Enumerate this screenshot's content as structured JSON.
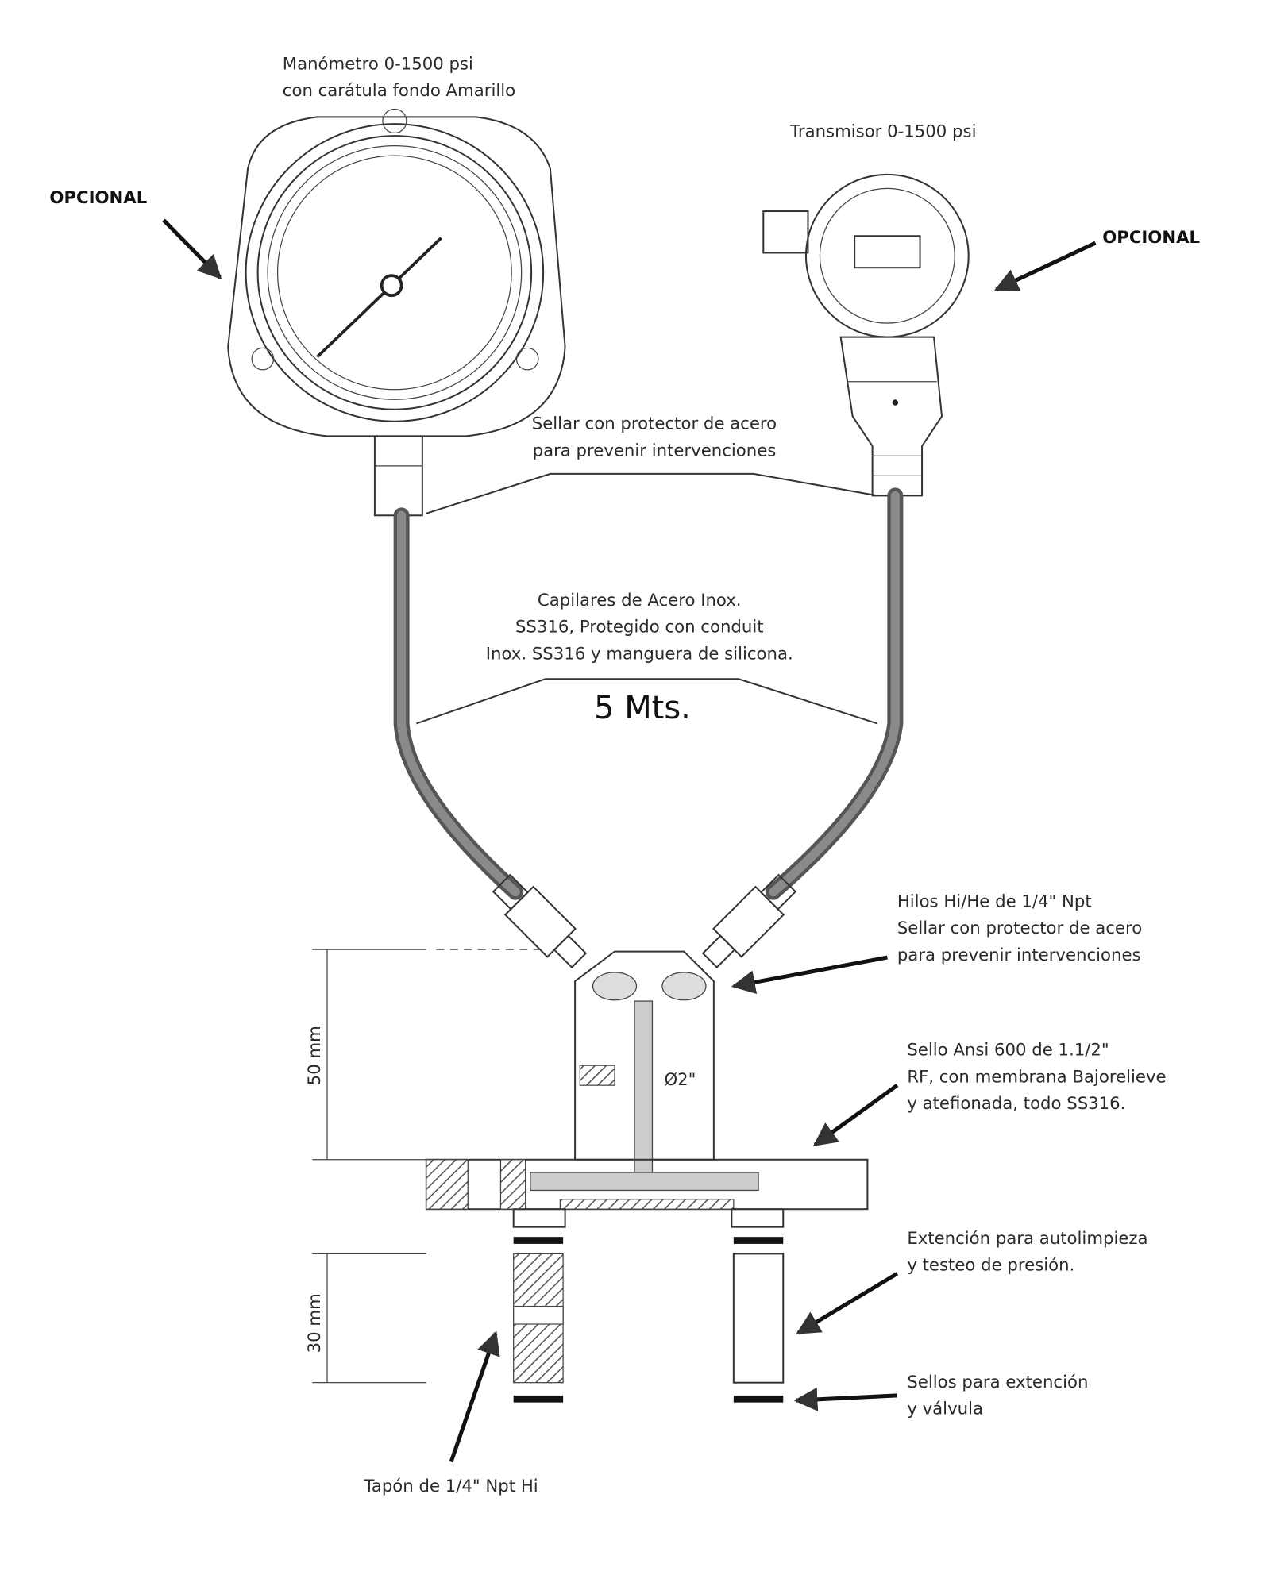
{
  "gauge": {
    "line1": "Manómetro 0-1500 psi",
    "line2": "con carátula fondo Amarillo",
    "optional": "OPCIONAL"
  },
  "transmitter": {
    "line1": "Transmisor 0-1500 psi",
    "optional": "OPCIONAL"
  },
  "seal_note": {
    "line1": "Sellar con protector de acero",
    "line2": "para prevenir intervenciones"
  },
  "capillaries": {
    "line1": "Capilares de Acero Inox.",
    "line2": "SS316, Protegido con conduit",
    "line3": "Inox. SS316 y manguera de silicona.",
    "length": "5 Mts."
  },
  "threads": {
    "line1": "Hilos Hi/He de 1/4\" Npt",
    "line2": "Sellar con protector de acero",
    "line3": "para prevenir intervenciones"
  },
  "diameter": "Ø2\"",
  "dim_top": "50 mm",
  "dim_bottom": "30 mm",
  "ansi_seal": {
    "line1": "Sello Ansi 600 de 1.1/2\"",
    "line2": "RF, con membrana Bajorelieve",
    "line3": "y atefionada, todo SS316."
  },
  "extension": {
    "line1": "Extención para autolimpieza",
    "line2": "y testeo de presión."
  },
  "ext_seals": {
    "line1": "Sellos para extención",
    "line2": "y válvula"
  },
  "plug": "Tapón de 1/4\" Npt Hi"
}
